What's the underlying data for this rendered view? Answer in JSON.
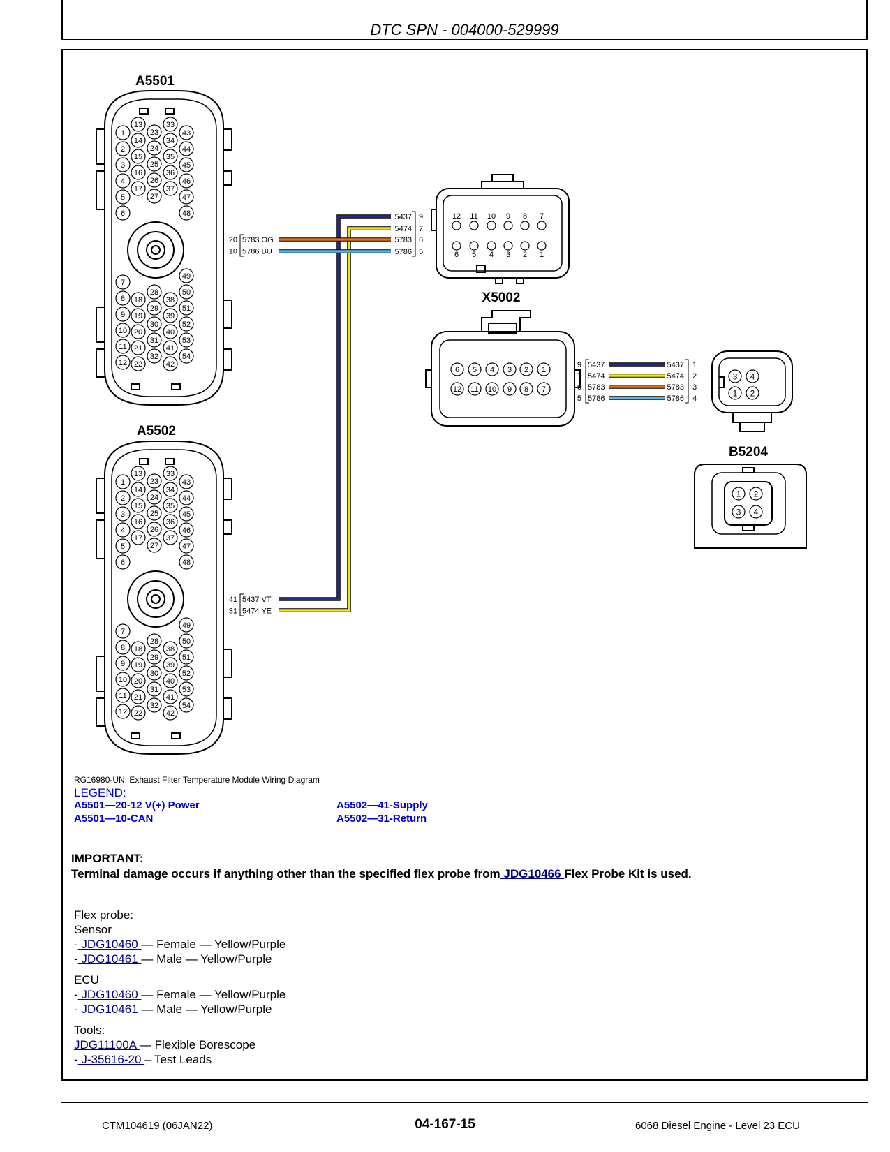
{
  "header": {
    "dtc_title": "DTC SPN - 004000-529999"
  },
  "diagram": {
    "connectors": {
      "a5501": "A5501",
      "a5502": "A5502",
      "x5002": "X5002",
      "b5204": "B5204"
    },
    "ecu_pins": [
      "1",
      "2",
      "3",
      "4",
      "5",
      "6",
      "7",
      "8",
      "9",
      "10",
      "11",
      "12",
      "13",
      "14",
      "15",
      "16",
      "17",
      "18",
      "19",
      "20",
      "21",
      "22",
      "23",
      "24",
      "25",
      "26",
      "27",
      "28",
      "29",
      "30",
      "31",
      "32",
      "33",
      "34",
      "35",
      "36",
      "37",
      "38",
      "39",
      "40",
      "41",
      "42",
      "43",
      "44",
      "45",
      "46",
      "47",
      "48",
      "49",
      "50",
      "51",
      "52",
      "53",
      "54"
    ],
    "x5002_top_pins_upper": [
      "12",
      "11",
      "10",
      "9",
      "8",
      "7"
    ],
    "x5002_top_pins_lower": [
      "6",
      "5",
      "4",
      "3",
      "2",
      "1"
    ],
    "x5002_bottom_pins_upper": [
      "6",
      "5",
      "4",
      "3",
      "2",
      "1"
    ],
    "x5002_bottom_pins_lower": [
      "12",
      "11",
      "10",
      "9",
      "8",
      "7"
    ],
    "b5204_pins_upper": [
      "3",
      "4"
    ],
    "b5204_pins_lower": [
      "1",
      "2"
    ],
    "b5204_face_pins_upper": [
      "1",
      "2"
    ],
    "b5204_face_pins_lower": [
      "3",
      "4"
    ],
    "a5501_wires": [
      {
        "pin": "20",
        "circuit": "5783",
        "color_code": "OG",
        "color": "#e8701a"
      },
      {
        "pin": "10",
        "circuit": "5786",
        "color_code": "BU",
        "color": "#59b6ea"
      }
    ],
    "a5502_wires": [
      {
        "pin": "41",
        "circuit": "5437",
        "color_code": "VT",
        "color": "#2c2c8c"
      },
      {
        "pin": "31",
        "circuit": "5474",
        "color_code": "YE",
        "color": "#f4e51c"
      }
    ],
    "x5002_top_wires": [
      {
        "circuit": "5437",
        "pin": "9"
      },
      {
        "circuit": "5474",
        "pin": "7"
      },
      {
        "circuit": "5783",
        "pin": "6"
      },
      {
        "circuit": "5786",
        "pin": "5"
      }
    ],
    "x5002_bottom_wires": [
      {
        "pin": "9",
        "circuit": "5437"
      },
      {
        "pin": "7",
        "circuit": "5474"
      },
      {
        "pin": "6",
        "circuit": "5783"
      },
      {
        "pin": "5",
        "circuit": "5786"
      }
    ],
    "b5204_wires": [
      {
        "circuit": "5437",
        "pin": "1"
      },
      {
        "circuit": "5474",
        "pin": "2"
      },
      {
        "circuit": "5783",
        "pin": "3"
      },
      {
        "circuit": "5786",
        "pin": "4"
      }
    ]
  },
  "caption": "RG16980-UN: Exhaust Filter Temperature Module Wiring Diagram",
  "legend": {
    "title": "LEGEND:",
    "items": [
      "A5501—20-12 V(+) Power",
      "A5501—10-CAN",
      "A5502—41-Supply",
      "A5502—31-Return"
    ]
  },
  "important": {
    "heading": "IMPORTANT:",
    "text_before": "Terminal damage occurs if anything other than the specified flex probe from",
    "link": " JDG10466 ",
    "text_after": "Flex Probe Kit is used."
  },
  "flex_probe": {
    "heading": "Flex probe:",
    "sensor_label": "Sensor",
    "sensor_items": [
      {
        "dash": "-",
        "link": " JDG10460 ",
        "text": "— Female — Yellow/Purple"
      },
      {
        "dash": "-",
        "link": " JDG10461 ",
        "text": "— Male — Yellow/Purple"
      }
    ],
    "ecu_label": "ECU",
    "ecu_items": [
      {
        "dash": "-",
        "link": " JDG10460 ",
        "text": "— Female — Yellow/Purple"
      },
      {
        "dash": "-",
        "link": " JDG10461 ",
        "text": "— Male — Yellow/Purple"
      }
    ],
    "tools_label": "Tools:",
    "tools_items": [
      {
        "dash": "",
        "link": "JDG11100A ",
        "text": "— Flexible Borescope"
      },
      {
        "dash": "-",
        "link": " J-35616-20 ",
        "text": "– Test Leads"
      }
    ]
  },
  "footer": {
    "doc_id": "CTM104619 (06JAN22)",
    "page_number": "04-167-15",
    "title": "6068 Diesel Engine - Level 23 ECU"
  }
}
